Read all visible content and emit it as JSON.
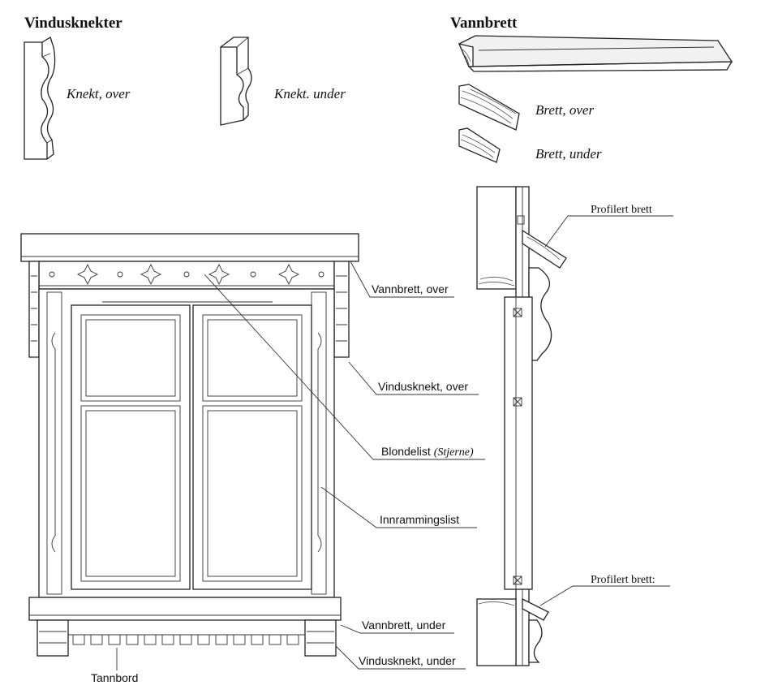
{
  "headings": {
    "vindusknekter": "Vindusknekter",
    "vannbrett": "Vannbrett"
  },
  "captions": {
    "knekt_over": "Knekt, over",
    "knekt_under": "Knekt. under",
    "brett_over": "Brett, over",
    "brett_under": "Brett, under"
  },
  "labels": {
    "vannbrett_over": "Vannbrett, over",
    "vindusknekt_over": "Vindusknekt, over",
    "blondelist": "Blondelist",
    "blondelist_sub": "(Stjerne)",
    "innrammingslist": "Innrammingslist",
    "vannbrett_under": "Vannbrett, under",
    "vindusknekt_under": "Vindusknekt, under",
    "tannbord": "Tannbord",
    "profilert_brett_top": "Profilert brett",
    "profilert_brett_bottom": "Profilert brett:"
  }
}
